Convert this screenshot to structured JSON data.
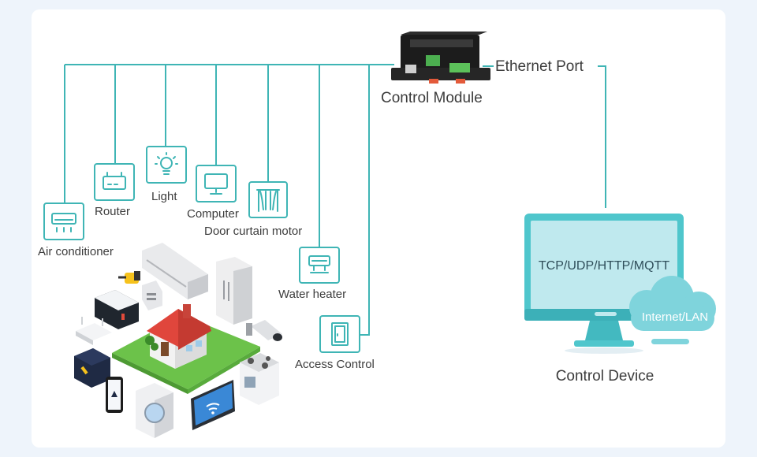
{
  "control_module": {
    "label": "Control Module",
    "port_label": "Ethernet Port"
  },
  "devices": [
    {
      "label": "Air conditioner",
      "icon": "air-conditioner-icon"
    },
    {
      "label": "Router",
      "icon": "router-icon"
    },
    {
      "label": "Light",
      "icon": "light-bulb-icon"
    },
    {
      "label": "Computer",
      "icon": "monitor-icon"
    },
    {
      "label": "Door curtain motor",
      "icon": "curtain-icon"
    },
    {
      "label": "Water heater",
      "icon": "water-heater-icon"
    },
    {
      "label": "Access Control",
      "icon": "door-icon"
    }
  ],
  "control_device": {
    "label": "Control Device",
    "screen_text": "TCP/UDP/HTTP/MQTT",
    "cloud_text": "Internet/LAN"
  },
  "colors": {
    "wire": "#3fb5b5",
    "monitor_frame": "#4fc6cc",
    "monitor_screen": "#bfe9ee",
    "cloud": "#7fd4dc"
  }
}
